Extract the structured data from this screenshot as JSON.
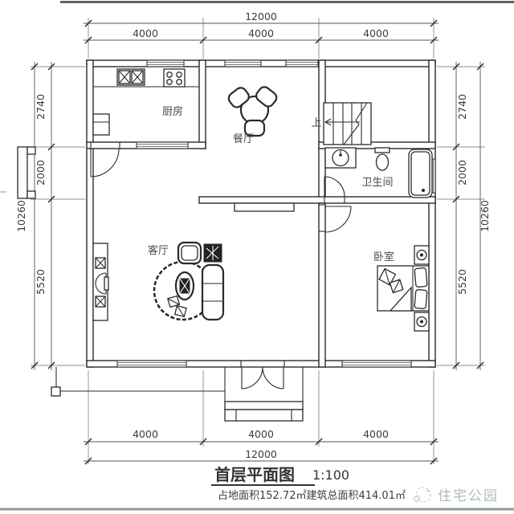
{
  "title": {
    "text": "首层平面图",
    "scale": "1:100",
    "area_note": "占地面积152.72㎡建筑总面积414.01㎡"
  },
  "watermark": {
    "text": "住宅公园"
  },
  "rooms": {
    "kitchen": {
      "label": "厨房"
    },
    "dining": {
      "label": "餐厅"
    },
    "bathroom": {
      "label": "卫生间"
    },
    "living": {
      "label": "客厅"
    },
    "bedroom": {
      "label": "卧室"
    },
    "stairs": {
      "up_label": "上"
    }
  },
  "dimensions": {
    "top": {
      "overall": "12000",
      "segments": [
        "4000",
        "4000",
        "4000"
      ]
    },
    "bottom": {
      "overall": "12000",
      "segments": [
        "4000",
        "4000",
        "4000"
      ]
    },
    "left": {
      "overall": "10260",
      "segments": [
        "2740",
        "2000",
        "5520"
      ]
    },
    "right": {
      "overall": "10260",
      "segments": [
        "2740",
        "2000",
        "5520"
      ]
    }
  },
  "colors": {
    "line": "#2b2b2b",
    "dim_text": "#3a3a3a",
    "label_text": "#4a4a4a",
    "watermark": "#b3b8bc",
    "background": "#ffffff"
  }
}
